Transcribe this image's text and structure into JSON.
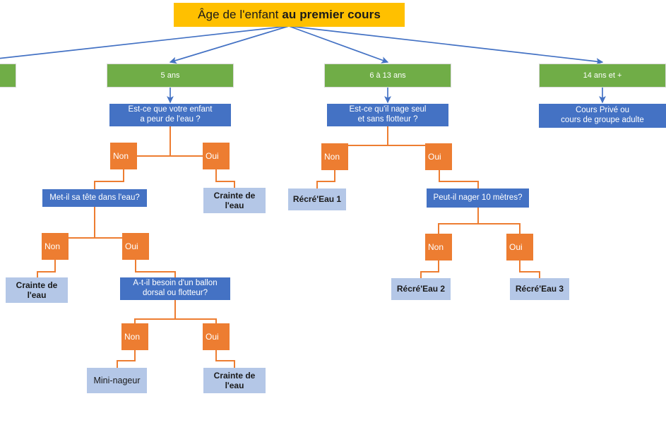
{
  "diagram": {
    "title_prefix": "Âge de l'enfant ",
    "title_bold": "au premier cours",
    "title_full": "Âge de l'enfant au premier cours",
    "colors": {
      "title_bg": "#FFC000",
      "age_bg": "#70AD47",
      "question_bg": "#4472C4",
      "decision_bg": "#ED7D31",
      "result_bg": "#B4C7E7",
      "arrow": "#4472C4",
      "connector": "#ED7D31"
    },
    "age_groups": [
      {
        "label": "",
        "id": "age-cutoff"
      },
      {
        "label": "5 ans",
        "id": "age-5"
      },
      {
        "label": "6 à 13 ans",
        "id": "age-6-13"
      },
      {
        "label": "14 ans et +",
        "id": "age-14-plus"
      }
    ],
    "branch_5ans": {
      "question_1": "Est-ce que votre enfant\na peur de l'eau ?",
      "question_1_line1": "Est-ce que votre enfant",
      "question_1_line2": "a peur de l'eau ?",
      "q1_non": "Non",
      "q1_oui": "Oui",
      "q1_oui_result_line1": "Crainte de",
      "q1_oui_result_line2": "l'eau",
      "question_2": "Met-il sa tête dans l'eau?",
      "q2_non": "Non",
      "q2_oui": "Oui",
      "q2_non_result_line1": "Crainte de",
      "q2_non_result_line2": "l'eau",
      "question_3_line1": "A-t-il besoin d'un ballon",
      "question_3_line2": "dorsal ou flotteur?",
      "q3_non": "Non",
      "q3_oui": "Oui",
      "q3_non_result": "Mini-nageur",
      "q3_oui_result_line1": "Crainte de",
      "q3_oui_result_line2": "l'eau"
    },
    "branch_6_13": {
      "question_1_line1": "Est-ce qu'il nage seul",
      "question_1_line2": "et sans flotteur ?",
      "q1_non": "Non",
      "q1_oui": "Oui",
      "q1_non_result": "Récré'Eau 1",
      "question_2": "Peut-il nager 10 mètres?",
      "q2_non": "Non",
      "q2_oui": "Oui",
      "q2_non_result": "Récré'Eau 2",
      "q2_oui_result": "Récré'Eau 3"
    },
    "branch_14_plus": {
      "result_line1": "Cours Privé ou",
      "result_line2": "cours de groupe adulte"
    }
  }
}
